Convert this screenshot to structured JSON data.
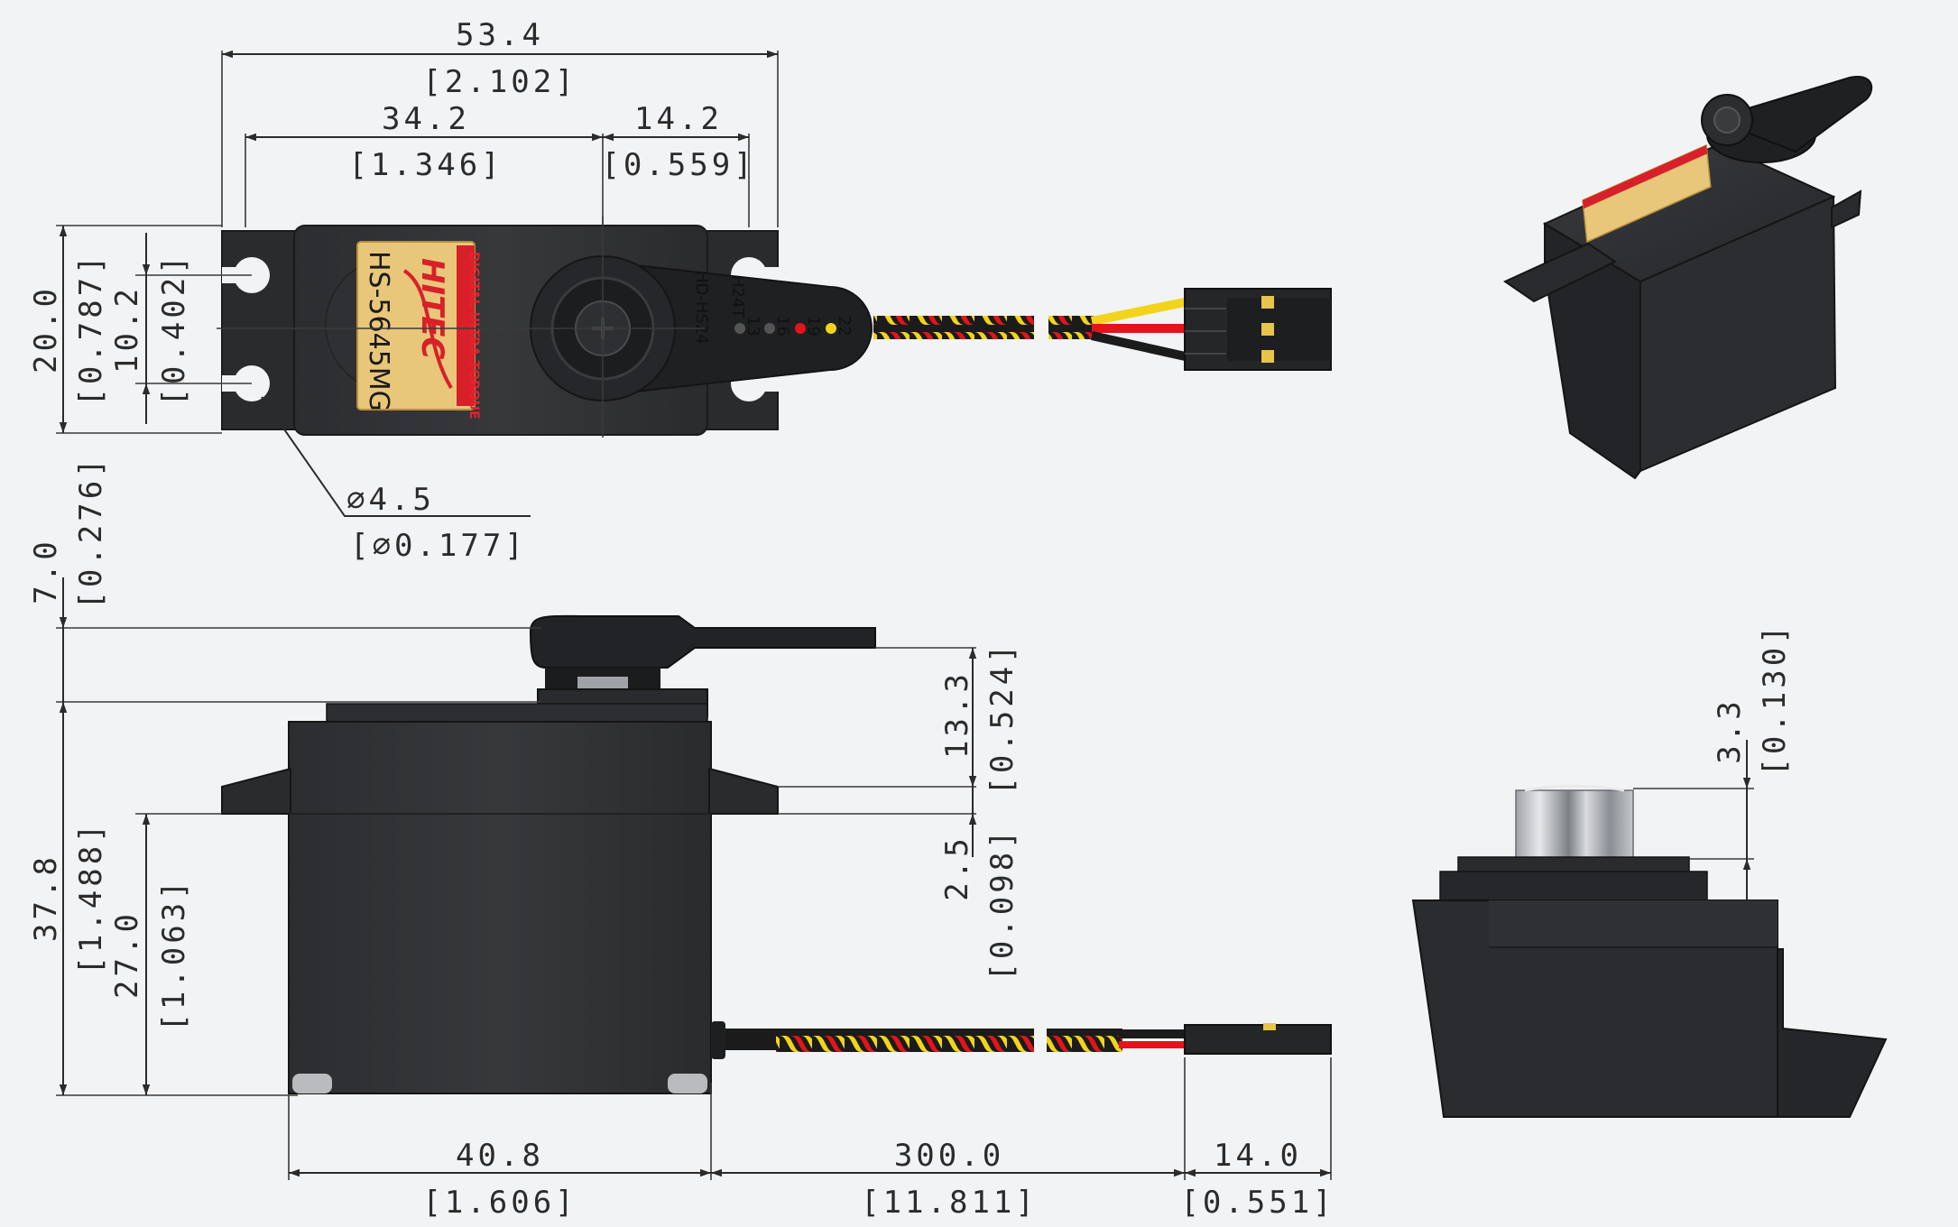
{
  "product_label": {
    "brand": "HITEC",
    "tagline": "DIGITAL ULTRA TORQUE",
    "model": "HS-5645MG"
  },
  "horn_marks": {
    "spline": "H24T",
    "horn": "HD-HS24",
    "hole_numbers": [
      "22",
      "19",
      "16",
      "13"
    ]
  },
  "dimensions": {
    "overall_width": {
      "mm": "53.4",
      "in": "[2.102]"
    },
    "hole_to_shaft": {
      "mm": "34.2",
      "in": "[1.346]"
    },
    "shaft_to_hole": {
      "mm": "14.2",
      "in": "[0.559]"
    },
    "overall_depth": {
      "mm": "20.0",
      "in": "[0.787]"
    },
    "hole_spacing": {
      "mm": "10.2",
      "in": "[0.402]"
    },
    "hole_diameter": {
      "mm": "∅4.5",
      "in": "[∅0.177]"
    },
    "horn_height": {
      "mm": "7.0",
      "in": "[0.276]"
    },
    "top_to_flange": {
      "mm": "13.3",
      "in": "[0.524]"
    },
    "flange_thickness": {
      "mm": "2.5",
      "in": "[0.098]"
    },
    "case_height": {
      "mm": "37.8",
      "in": "[1.488]"
    },
    "flange_height": {
      "mm": "27.0",
      "in": "[1.063]"
    },
    "case_length": {
      "mm": "40.8",
      "in": "[1.606]"
    },
    "cable_length": {
      "mm": "300.0",
      "in": "[11.811]"
    },
    "connector_length": {
      "mm": "14.0",
      "in": "[0.551]"
    },
    "spline_height": {
      "mm": "3.3",
      "in": "[0.130]"
    }
  },
  "colors": {
    "background": "#f2f3f5",
    "case": "#2a2b2d",
    "label_gold": "#e8c77a",
    "label_red": "#d8202a",
    "wire_yellow": "#f2d41c",
    "wire_red": "#e3141b",
    "wire_black": "#1b1b1b"
  }
}
